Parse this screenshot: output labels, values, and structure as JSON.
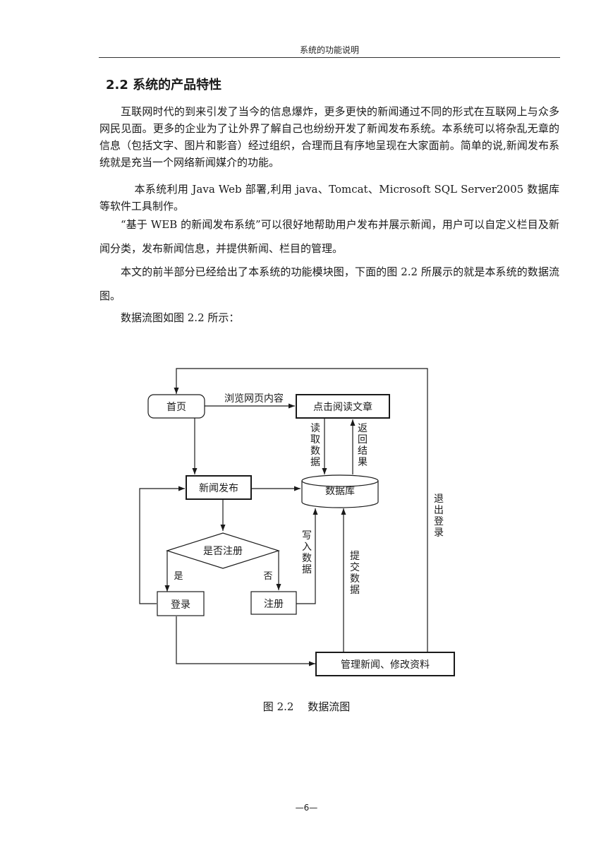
{
  "header": {
    "title": "系统的功能说明"
  },
  "section": {
    "number": "2.2",
    "title": "系统的产品特性"
  },
  "paragraphs": {
    "p1": "互联网时代的到来引发了当今的信息爆炸，更多更快的新闻通过不同的形式在互联网上与众多网民见面。更多的企业为了让外界了解自己也纷纷开发了新闻发布系统。本系统可以将杂乱无章的信息（包括文字、图片和影音）经过组织，合理而且有序地呈现在大家面前。简单的说,新闻发布系统就是充当一个网络新闻媒介的功能。",
    "p2": "本系统利用 Java Web 部署,利用 java、Tomcat、Microsoft SQL Server2005 数据库等软件工具制作。",
    "p3": "“基于 WEB 的新闻发布系统”可以很好地帮助用户发布并展示新闻，用户可以自定义栏目及新闻分类，发布新闻信息，并提供新闻、栏目的管理。",
    "p4": "本文的前半部分已经给出了本系统的功能模块图，下面的图 2.2 所展示的就是本系统的数据流图。",
    "p5": "数据流图如图 2.2 所示："
  },
  "diagram": {
    "nodes": {
      "home": "首页",
      "read_article": "点击阅读文章",
      "news_publish": "新闻发布",
      "database": "数据库",
      "is_registered": "是否注册",
      "login": "登录",
      "register": "注册",
      "manage": "管理新闻、修改资料"
    },
    "edges": {
      "browse_content": "浏览网页内容",
      "read_data": "读取数据",
      "return_result": "返回结果",
      "write_data": "写入数据",
      "submit_data": "提交数据",
      "logout": "退出登录",
      "yes": "是",
      "no": "否"
    }
  },
  "figure": {
    "caption": "图 2.2　 数据流图"
  },
  "page": {
    "number": "—6—"
  }
}
